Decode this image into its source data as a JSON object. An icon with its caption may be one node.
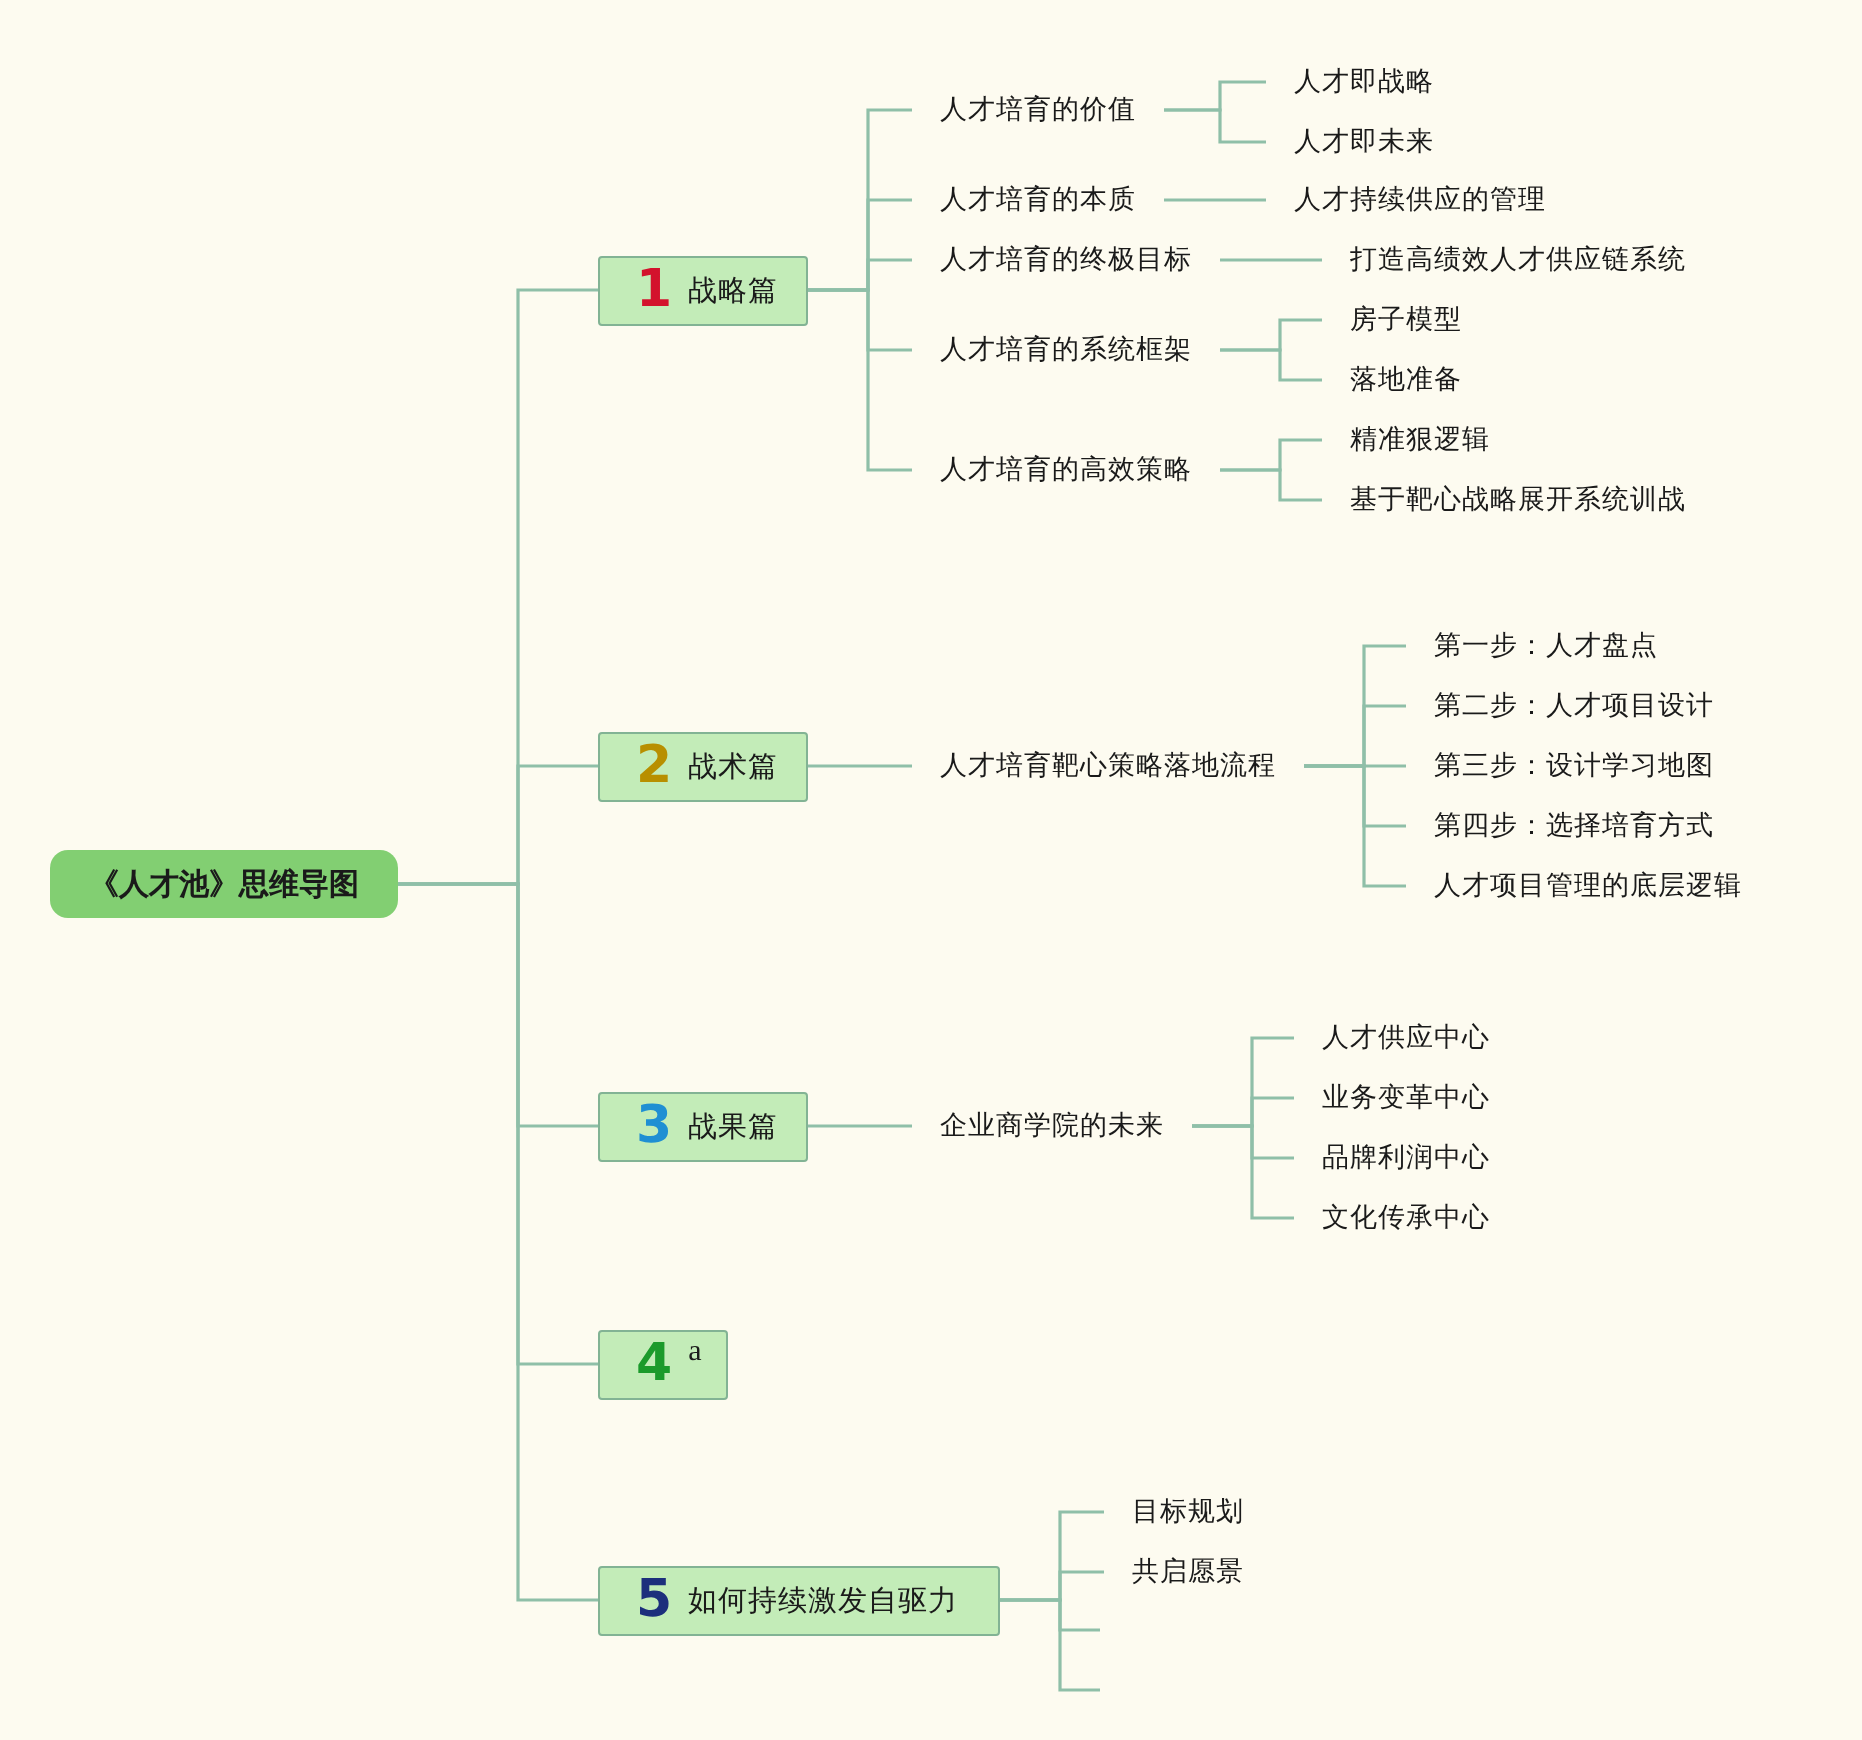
{
  "diagram": {
    "nodes": [
      {
        "text": [
          "《人才池》思维导图"
        ]
      },
      {
        "text": [
          "1",
          "战略篇"
        ]
      },
      {
        "text": [
          "人才培育的价值"
        ]
      },
      {
        "text": [
          "人才即战略"
        ]
      },
      {
        "text": [
          "人才即未来"
        ]
      },
      {
        "text": [
          "人才培育的本质"
        ]
      },
      {
        "text": [
          "人才持续供应的管理"
        ]
      },
      {
        "text": [
          "人才培育的终极目标"
        ]
      },
      {
        "text": [
          "打造高绩效人才供应链系统"
        ]
      },
      {
        "text": [
          "人才培育的系统框架"
        ]
      },
      {
        "text": [
          "房子模型"
        ]
      },
      {
        "text": [
          "落地准备"
        ]
      },
      {
        "text": [
          "人才培育的高效策略"
        ]
      },
      {
        "text": [
          "精准狠逻辑"
        ]
      },
      {
        "text": [
          "基于靶心战略展开系统训战"
        ]
      },
      {
        "text": [
          "2",
          "战术篇"
        ]
      },
      {
        "text": [
          "人才培育靶心策略落地流程"
        ]
      },
      {
        "text": [
          "第一步：人才盘点"
        ]
      },
      {
        "text": [
          "第二步：人才项目设计"
        ]
      },
      {
        "text": [
          "第三步：设计学习地图"
        ]
      },
      {
        "text": [
          "第四步：选择培育方式"
        ]
      },
      {
        "text": [
          "人才项目管理的底层逻辑"
        ]
      },
      {
        "text": [
          "3",
          "战果篇"
        ]
      },
      {
        "text": [
          "企业商学院的未来"
        ]
      },
      {
        "text": [
          "人才供应中心"
        ]
      },
      {
        "text": [
          "业务变革中心"
        ]
      },
      {
        "text": [
          "品牌利润中心"
        ]
      },
      {
        "text": [
          "文化传承中心"
        ]
      },
      {
        "text": [
          "4",
          "a"
        ]
      },
      {
        "text": [
          "5",
          "如何持续激发自驱力"
        ]
      },
      {
        "text": [
          "目标规划"
        ]
      },
      {
        "text": [
          "共启愿景"
        ]
      }
    ],
    "edges": [
      {
        "from": 0,
        "to": 1,
        "arrow": "none"
      },
      {
        "from": 0,
        "to": 15,
        "arrow": "none"
      },
      {
        "from": 0,
        "to": 22,
        "arrow": "none"
      },
      {
        "from": 0,
        "to": 28,
        "arrow": "none"
      },
      {
        "from": 0,
        "to": 29,
        "arrow": "none"
      },
      {
        "from": 1,
        "to": 2,
        "arrow": "none"
      },
      {
        "from": 1,
        "to": 5,
        "arrow": "none"
      },
      {
        "from": 1,
        "to": 7,
        "arrow": "none"
      },
      {
        "from": 1,
        "to": 9,
        "arrow": "none"
      },
      {
        "from": 1,
        "to": 12,
        "arrow": "none"
      },
      {
        "from": 2,
        "to": 3,
        "arrow": "none"
      },
      {
        "from": 2,
        "to": 4,
        "arrow": "none"
      },
      {
        "from": 5,
        "to": 6,
        "arrow": "none"
      },
      {
        "from": 7,
        "to": 8,
        "arrow": "none"
      },
      {
        "from": 9,
        "to": 10,
        "arrow": "none"
      },
      {
        "from": 9,
        "to": 11,
        "arrow": "none"
      },
      {
        "from": 12,
        "to": 13,
        "arrow": "none"
      },
      {
        "from": 12,
        "to": 14,
        "arrow": "none"
      },
      {
        "from": 15,
        "to": 16,
        "arrow": "none"
      },
      {
        "from": 16,
        "to": 17,
        "arrow": "none"
      },
      {
        "from": 16,
        "to": 18,
        "arrow": "none"
      },
      {
        "from": 16,
        "to": 19,
        "arrow": "none"
      },
      {
        "from": 16,
        "to": 20,
        "arrow": "none"
      },
      {
        "from": 16,
        "to": 21,
        "arrow": "none"
      },
      {
        "from": 22,
        "to": 23,
        "arrow": "none"
      },
      {
        "from": 23,
        "to": 24,
        "arrow": "none"
      },
      {
        "from": 23,
        "to": 25,
        "arrow": "none"
      },
      {
        "from": 23,
        "to": 26,
        "arrow": "none"
      },
      {
        "from": 23,
        "to": 27,
        "arrow": "none"
      },
      {
        "from": 29,
        "to": 30,
        "arrow": "none"
      },
      {
        "from": 29,
        "to": 31,
        "arrow": "none"
      },
      {
        "from": 29,
        "to": null,
        "arrow": "none"
      },
      {
        "from": 29,
        "to": null,
        "arrow": "none"
      }
    ]
  }
}
